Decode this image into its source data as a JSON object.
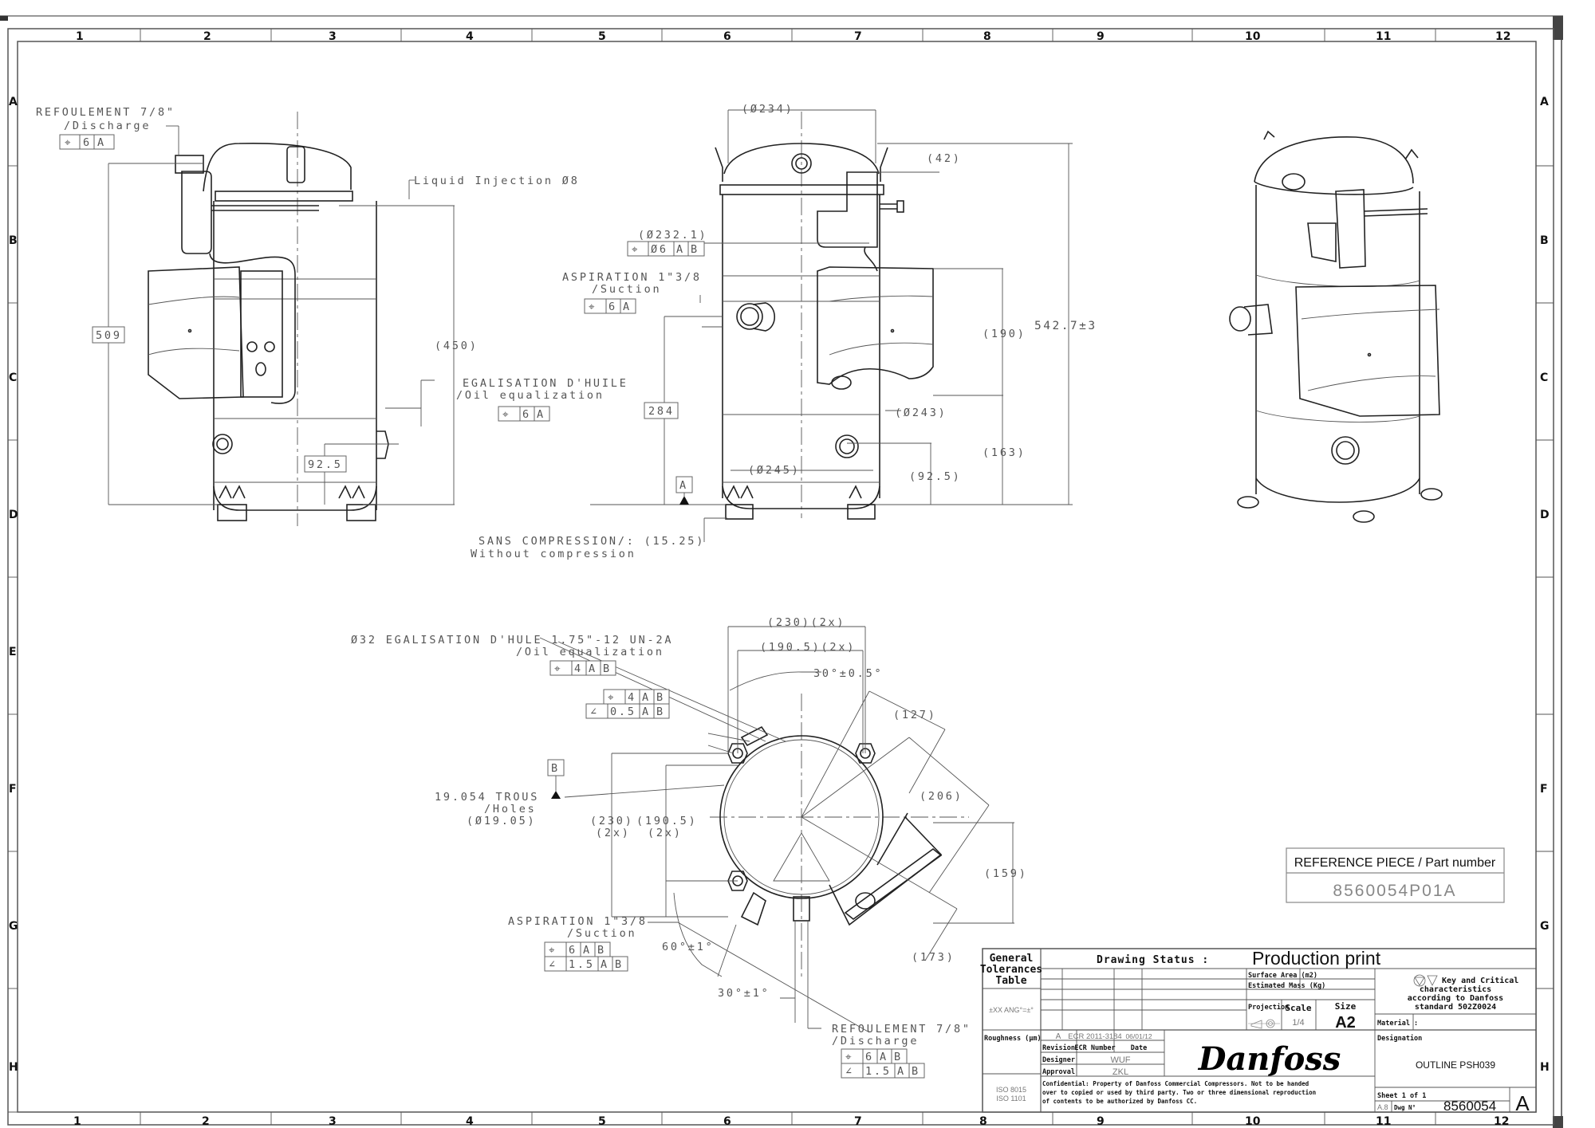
{
  "sheet": {
    "columns": [
      "1",
      "2",
      "3",
      "4",
      "5",
      "6",
      "7",
      "8",
      "9",
      "10",
      "11",
      "12"
    ],
    "rows": [
      "A",
      "B",
      "C",
      "D",
      "E",
      "F",
      "G",
      "H"
    ]
  },
  "side_view_left": {
    "discharge_label": "REFOULEMENT 7/8\"",
    "discharge_sub": "/Discharge",
    "discharge_fcf": [
      "⌖",
      "6",
      "A"
    ],
    "liquid_injection": "Liquid Injection Ø8",
    "height_509": "509",
    "height_450": "(450)",
    "oil_label": "EGALISATION D'HUILE",
    "oil_sub": "/Oil equalization",
    "oil_fcf": [
      "⌖",
      "6",
      "A"
    ],
    "dim_92_5": "92.5"
  },
  "side_view_front": {
    "dia_234": "(Ø234)",
    "dim_42": "(42)",
    "dia_232": "(Ø232.1)",
    "fcf_232": [
      "⌖",
      "Ø6",
      "A",
      "B"
    ],
    "suction_label": "ASPIRATION 1\"3/8",
    "suction_sub": "/Suction",
    "suction_fcf": [
      "⌖",
      "6",
      "A"
    ],
    "dim_284": "284",
    "dim_190": "(190)",
    "dim_total": "542.7±3",
    "dia_243": "(Ø243)",
    "dim_163": "(163)",
    "dia_245": "(Ø245)",
    "dim_92_5": "(92.5)",
    "datum_a": "A",
    "compression_label": "SANS COMPRESSION/: (15.25)",
    "compression_sub": "Without compression"
  },
  "bottom_view": {
    "oil_thread_label": "Ø32 EGALISATION D'HULE 1.75\"-12 UN-2A",
    "oil_thread_sub": "/Oil equalization",
    "oil_thread_fcf": [
      "⌖",
      "4",
      "A",
      "B"
    ],
    "fcf_pos": [
      "⌖",
      "4",
      "A",
      "B"
    ],
    "fcf_ang": [
      "∠",
      "0.5",
      "A",
      "B"
    ],
    "dim_230_2x_top": "(230)(2x)",
    "dim_190_2x_top": "(190.5)(2x)",
    "angle_30_05": "30°±0.5°",
    "dim_127": "(127)",
    "dim_206": "(206)",
    "dim_159": "(159)",
    "dim_173": "(173)",
    "datum_b": "B",
    "holes_label": "19.054 TROUS",
    "holes_sub": "/Holes",
    "holes_dia": "(Ø19.05)",
    "dim_230_left": "(230)",
    "dim_190_left": "(190.5)",
    "two_x": "(2x)",
    "suction_label": "ASPIRATION 1\"3/8",
    "suction_sub": "/Suction",
    "suction_fcf_pos": [
      "⌖",
      "6",
      "A",
      "B"
    ],
    "suction_fcf_ang": [
      "∠",
      "1.5",
      "A",
      "B"
    ],
    "angle_60": "60°±1°",
    "angle_30": "30°±1°",
    "discharge_label": "REFOULEMENT 7/8\"",
    "discharge_sub": "/Discharge",
    "discharge_fcf_pos": [
      "⌖",
      "6",
      "A",
      "B"
    ],
    "discharge_fcf_ang": [
      "∠",
      "1.5",
      "A",
      "B"
    ]
  },
  "reference_piece": {
    "header": "REFERENCE PIECE / Part number",
    "value": "8560054P01A"
  },
  "title_block": {
    "general_tolerances": [
      "General",
      "Tolerances",
      "Table"
    ],
    "tolerance_value": "±XX  ANG°=±°",
    "roughness": "Roughness (µm)",
    "iso": [
      "ISO 8015",
      "ISO 1101"
    ],
    "drawing_status_label": "Drawing Status :",
    "drawing_status_value": "Production print",
    "surface_area": "Surface Area (m2)",
    "estimated_mass": "Estimated Mass (Kg)",
    "projection": "Projection",
    "scale_label": "Scale",
    "scale_value": "1/4",
    "size_label": "Size",
    "size_value": "A2",
    "key_critical": [
      "Key and Critical",
      "characteristics",
      "according to Danfoss",
      "standard 502Z0024"
    ],
    "material": "Material :",
    "designation_label": "Designation",
    "designation_value": "OUTLINE PSH039",
    "revision_row": {
      "revision": "A",
      "ecr": "ECR 2011-3184",
      "date": "06/01/12"
    },
    "revision_label": "Revision",
    "ecr_label": "ECR Number",
    "date_label": "Date",
    "designer_label": "Designer",
    "designer_value": "WUF",
    "approval_label": "Approval",
    "approval_value": "ZKL",
    "logo": "Danfoss",
    "confidential": [
      "Confidential: Property of Danfoss Commercial Compressors. Not to be handed",
      "over to copied or used by third party. Two or three dimensional reproduction",
      "of contents to be authorized by Danfoss CC."
    ],
    "sheet": "Sheet 1 of 1",
    "format": "A.8",
    "dwg_label": "Dwg N°",
    "dwg_number": "8560054",
    "revision_letter": "A"
  }
}
